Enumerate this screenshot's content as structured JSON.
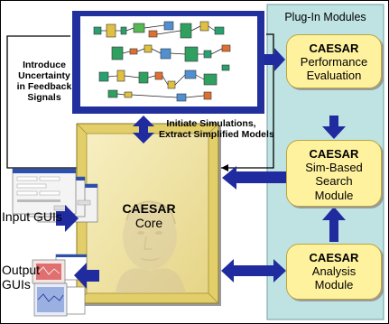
{
  "panel": {
    "title": "Plug-In Modules"
  },
  "modules": [
    {
      "title": "CAESAR",
      "lines": [
        "Performance",
        "Evaluation"
      ]
    },
    {
      "title": "CAESAR",
      "lines": [
        "Sim-Based",
        "Search",
        "Module"
      ]
    },
    {
      "title": "CAESAR",
      "lines": [
        "Analysis",
        "Module"
      ]
    }
  ],
  "core": {
    "title": "CAESAR",
    "subtitle": "Core"
  },
  "labels": {
    "uncertainty": [
      "Introduce",
      "Uncertainty",
      "in Feedback",
      "Signals"
    ],
    "initiate": [
      "Initiate Simulations,",
      "Extract Simplified Models"
    ],
    "input_guis": "Input GUIs",
    "output_guis": [
      "Output",
      "GUIs"
    ]
  },
  "colors": {
    "arrow": "#1f2b9e",
    "simulink_frame": "#1f2b9e",
    "panel_bg": "#bfe3e3",
    "module_fill": "#fff29e",
    "core_fill": "#f2e8a4"
  }
}
